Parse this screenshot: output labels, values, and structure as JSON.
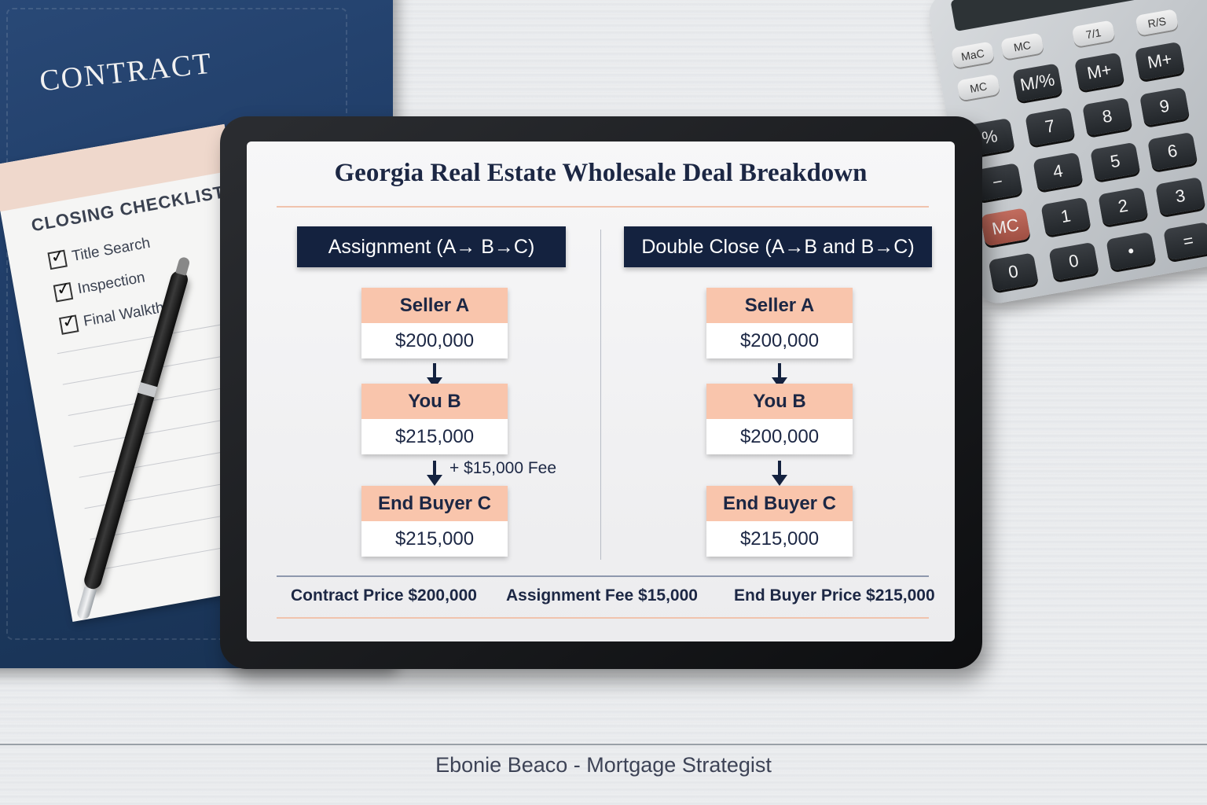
{
  "folder": {
    "title": "CONTRACT"
  },
  "checklist": {
    "title": "CLOSING CHECKLIST",
    "items": [
      "Title Search",
      "Inspection",
      "Final Walkthr"
    ]
  },
  "calculator": {
    "keys": [
      "MaC",
      "MC",
      "7/1",
      "R/S",
      "MC",
      "M/%",
      "M+",
      "M+",
      "%",
      "7",
      "8",
      "9",
      "−",
      "4",
      "5",
      "6",
      "MC",
      "1",
      "2",
      "3",
      "0",
      "0",
      "•",
      "="
    ]
  },
  "diagram": {
    "title": "Georgia Real Estate Wholesale Deal Breakdown",
    "assignment": {
      "header": "Assignment (A→ B→C)",
      "nodes": [
        {
          "role": "Seller A",
          "amount": "$200,000"
        },
        {
          "role": "You  B",
          "amount": "$215,000"
        },
        {
          "role": "End Buyer C",
          "amount": "$215,000"
        }
      ],
      "fee_note": "+ $15,000 Fee"
    },
    "double_close": {
      "header": "Double Close (A→B and B→C)",
      "nodes": [
        {
          "role": "Seller A",
          "amount": "$200,000"
        },
        {
          "role": "You  B",
          "amount": "$200,000"
        },
        {
          "role": "End Buyer C",
          "amount": "$215,000"
        }
      ]
    },
    "summary": {
      "contract_price": "Contract Price $200,000",
      "assignment_fee": "Assignment Fee $15,000",
      "end_buyer_price": "End Buyer Price $215,000"
    }
  },
  "footer": {
    "credit": "Ebonie Beaco - Mortgage Strategist"
  },
  "colors": {
    "navy": "#14223f",
    "peach": "#f9c5ac",
    "folder_blue": "#1f3c66"
  }
}
